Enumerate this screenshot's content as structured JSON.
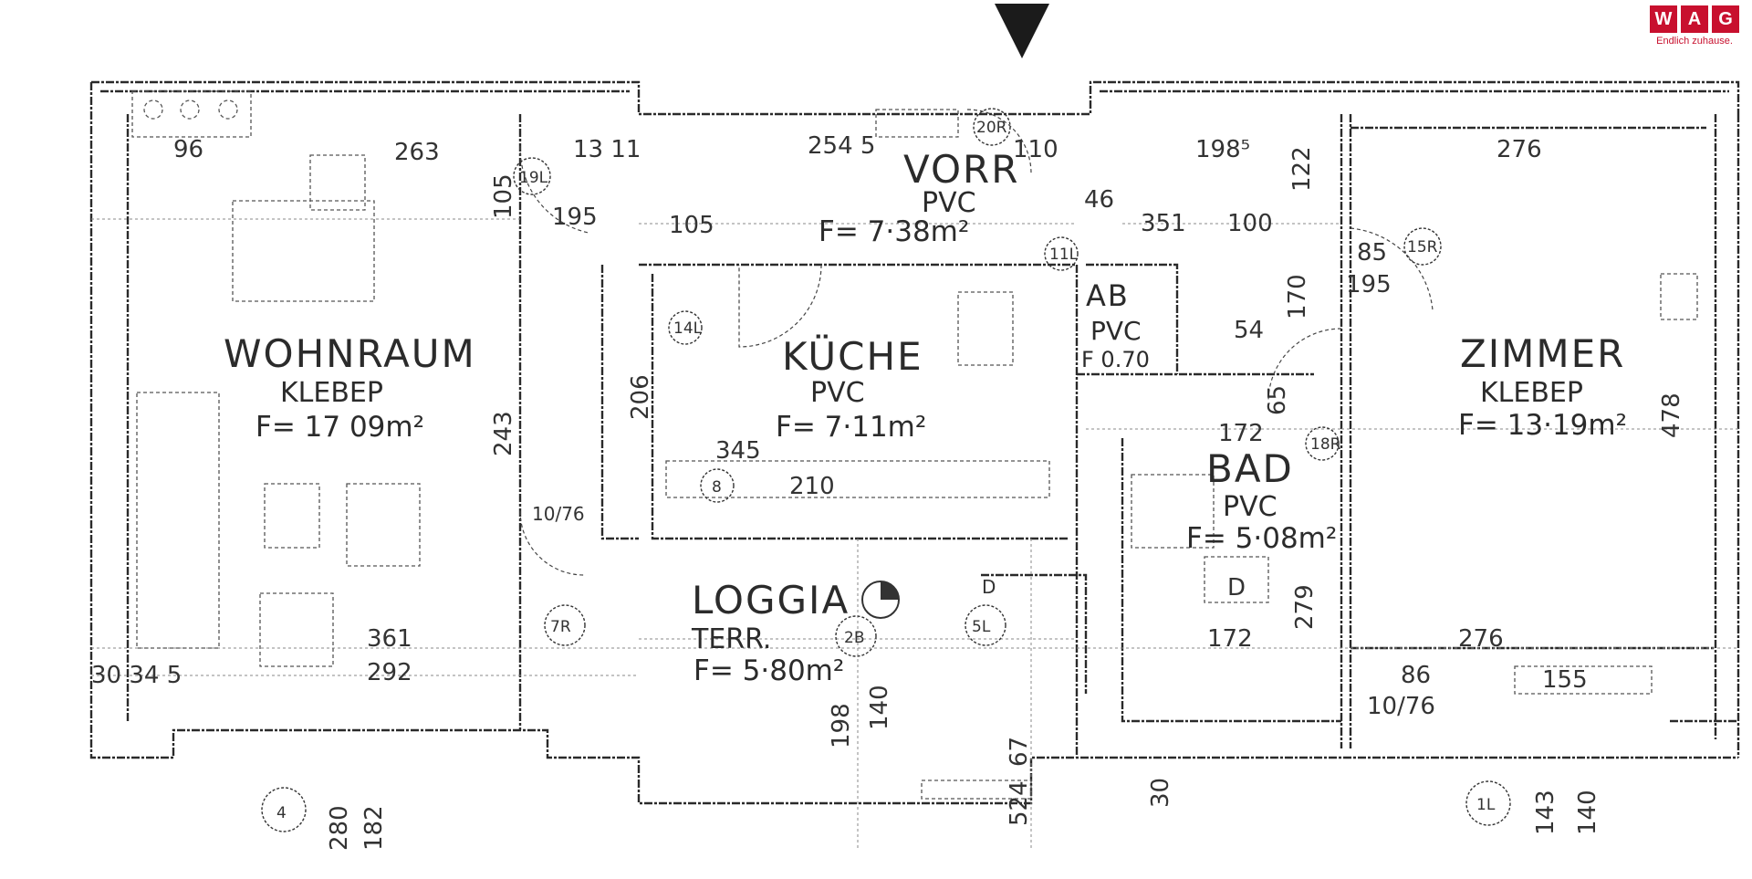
{
  "logo": {
    "letters": [
      "W",
      "A",
      "G"
    ],
    "tagline": "Endlich zuhause.",
    "brand_color": "#c8102e"
  },
  "rooms": {
    "wohnraum": {
      "name": "WOHNRAUM",
      "material": "KLEBEP",
      "area": "F= 17 09m²"
    },
    "kueche": {
      "name": "KÜCHE",
      "material": "PVC",
      "area": "F= 7·11m²"
    },
    "vorr": {
      "name": "VORR",
      "material": "PVC",
      "area": "F= 7·38m²"
    },
    "ab": {
      "name": "AB",
      "material": "PVC",
      "area": "F 0.70"
    },
    "bad": {
      "name": "BAD",
      "material": "PVC",
      "area": "F= 5·08m²"
    },
    "zimmer": {
      "name": "ZIMMER",
      "material": "KLEBEP",
      "area": "F= 13·19m²"
    },
    "loggia": {
      "name": "LOGGIA",
      "material": "TERR.",
      "area": "F= 5·80m²"
    }
  },
  "dimensions": {
    "d263": "263",
    "d105a": "105",
    "d105b": "105",
    "d195": "195",
    "d243": "243",
    "d361": "361",
    "d292": "292",
    "d345": "345",
    "d210": "210",
    "d206": "206",
    "d198": "198",
    "d140a": "140",
    "d140b": "140",
    "d67": "67",
    "d524": "524",
    "d1985": "198⁵",
    "d276a": "276",
    "d276b": "276",
    "d100": "100",
    "d351": "351",
    "d172a": "172",
    "d172b": "172",
    "d478": "478",
    "d155": "155",
    "d1076": "10/76",
    "d86": "86",
    "d143": "143",
    "d280": "280",
    "d182": "182",
    "d30": "30",
    "d54": "54",
    "d46": "46",
    "d96": "96",
    "d1311": "13 11",
    "d2545": "254 5",
    "d110": "110",
    "d122": "122",
    "d170": "170",
    "d279": "279",
    "d65": "65",
    "d85": "85",
    "d195b": "195",
    "d3045": "30 34 5",
    "d1075": "10/76"
  },
  "door_tags": {
    "t19l": "19L",
    "t20r": "20R",
    "t11l": "11L",
    "t15r": "15R",
    "t14l": "14L",
    "t18r": "18R",
    "t7r": "7R",
    "t2b": "2B",
    "t5l": "5L",
    "t4": "4",
    "t1l": "1L",
    "t8": "8"
  },
  "markers": {
    "d_label_1": "D",
    "d_label_2": "D"
  }
}
